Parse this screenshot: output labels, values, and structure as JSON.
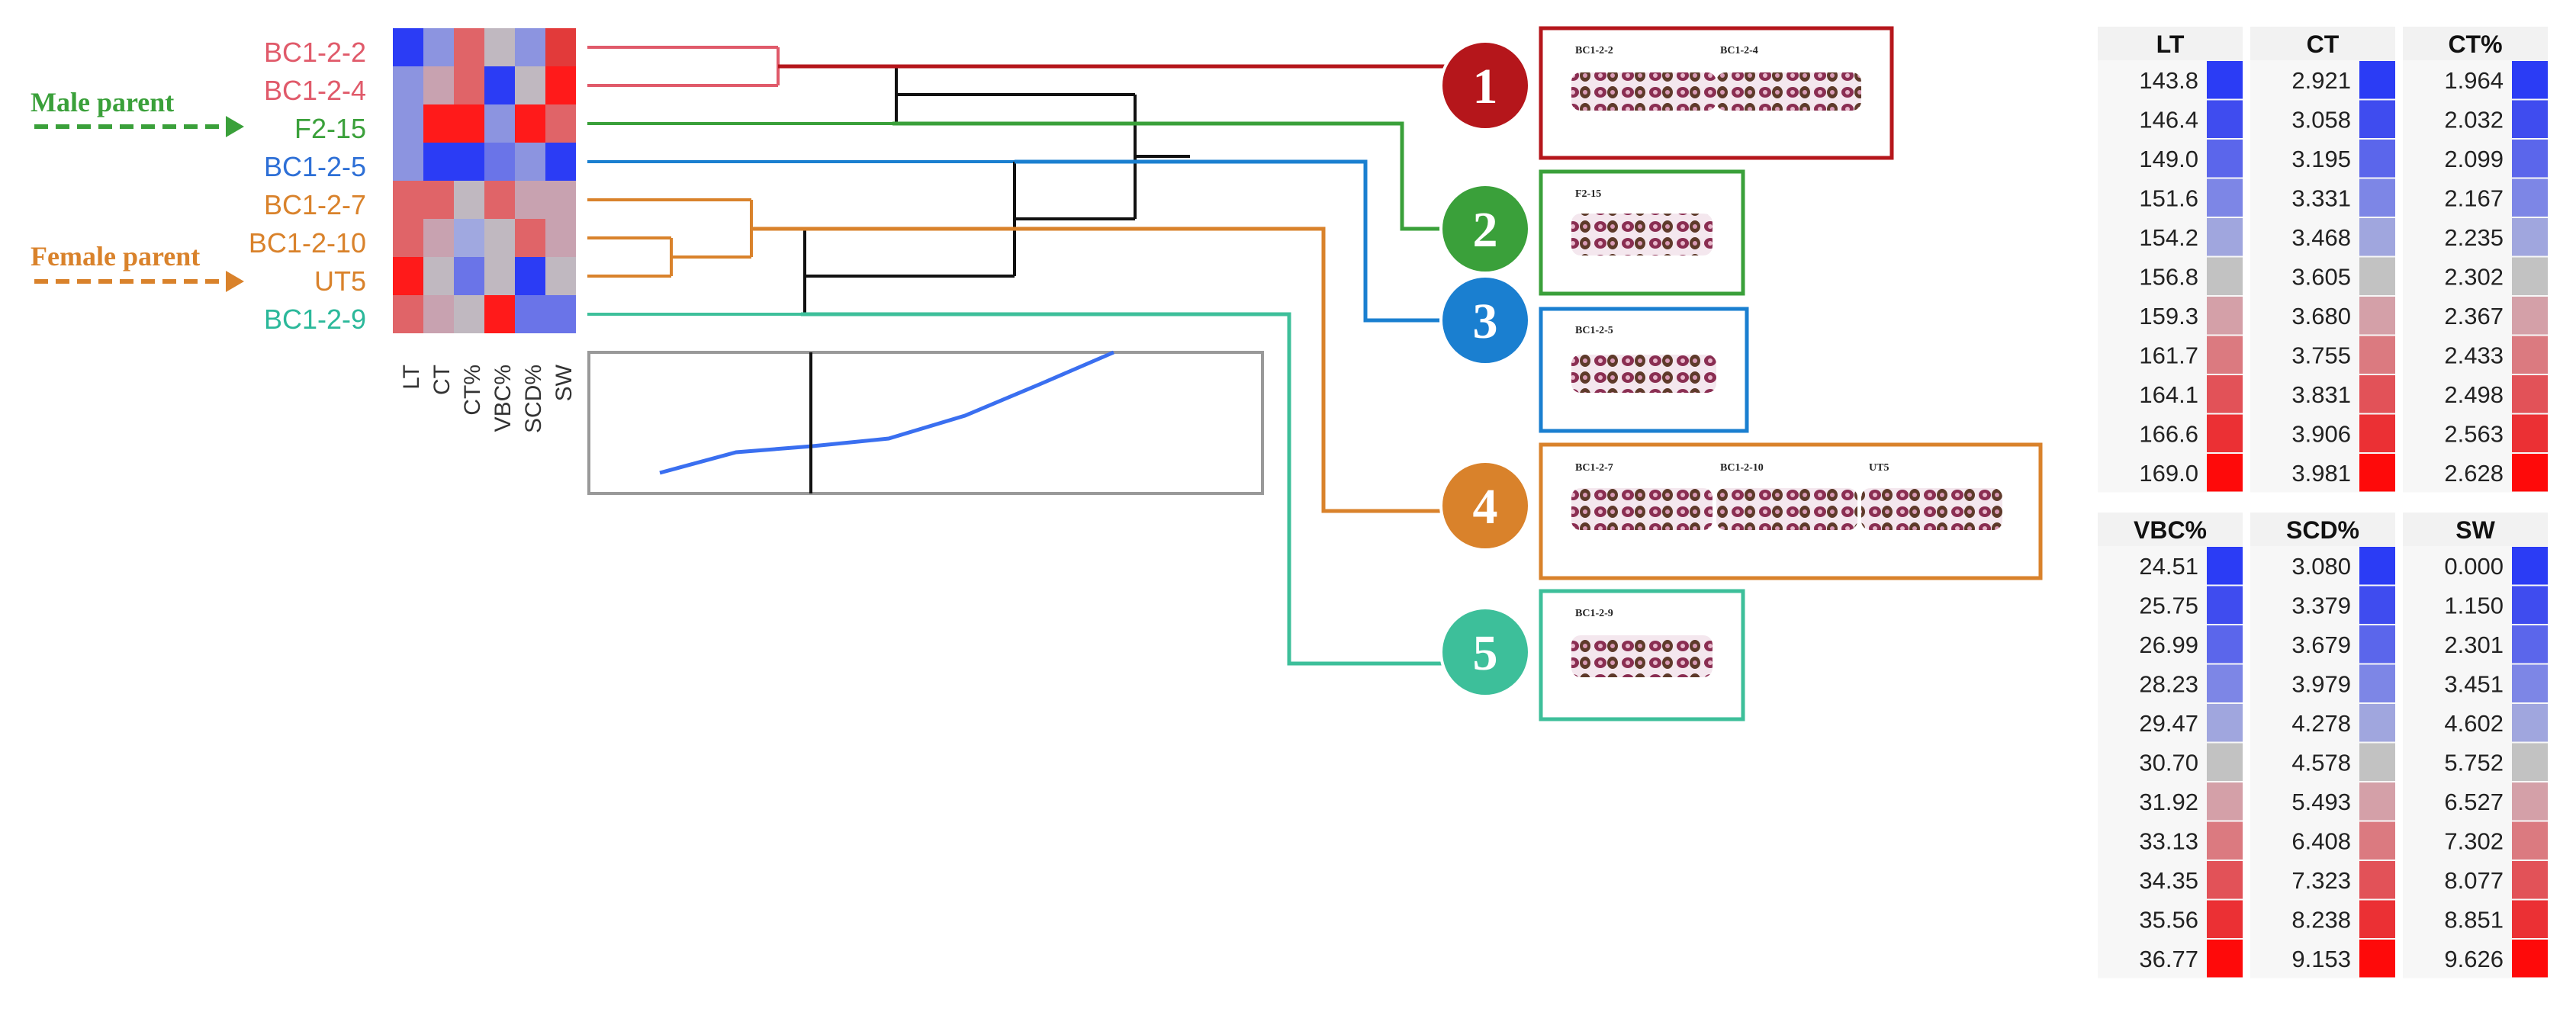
{
  "parents": {
    "male_label": "Male parent",
    "female_label": "Female parent",
    "male_color": "#3aa03a",
    "female_color": "#d9822b"
  },
  "rows": [
    {
      "name": "BC1-2-2",
      "color": "#e05a6a"
    },
    {
      "name": "BC1-2-4",
      "color": "#e05a6a"
    },
    {
      "name": "F2-15",
      "color": "#3aa03a"
    },
    {
      "name": "BC1-2-5",
      "color": "#2d6fd6"
    },
    {
      "name": "BC1-2-7",
      "color": "#d9822b"
    },
    {
      "name": "BC1-2-10",
      "color": "#d9822b"
    },
    {
      "name": "UT5",
      "color": "#d9822b"
    },
    {
      "name": "BC1-2-9",
      "color": "#2bb89a"
    }
  ],
  "traits": [
    "LT",
    "CT",
    "CT%",
    "VBC%",
    "SCD%",
    "SW"
  ],
  "heatmap_colors": [
    [
      "#2b3cf5",
      "#8c94e0",
      "#e06468",
      "#c0b8c0",
      "#8c94e0",
      "#e23a3a"
    ],
    [
      "#8c94e0",
      "#c8a2b0",
      "#e06468",
      "#2b3cf5",
      "#c0b8c0",
      "#ff1a1a"
    ],
    [
      "#8c94e0",
      "#ff1a1a",
      "#ff1a1a",
      "#8c94e0",
      "#ff1a1a",
      "#e06468"
    ],
    [
      "#8c94e0",
      "#2b3cf5",
      "#2b3cf5",
      "#6a74e8",
      "#8c94e0",
      "#2b3cf5"
    ],
    [
      "#e06468",
      "#e06468",
      "#c0b8c0",
      "#e06468",
      "#c8a2b0",
      "#c8a2b0"
    ],
    [
      "#e06468",
      "#c8a2b0",
      "#a0a8e0",
      "#c0b8c0",
      "#e06468",
      "#c8a2b0"
    ],
    [
      "#ff1a1a",
      "#c0b8c0",
      "#6a74e8",
      "#c0b8c0",
      "#2b3cf5",
      "#c0b8c0"
    ],
    [
      "#e06468",
      "#c8a2b0",
      "#c0b8c0",
      "#ff1a1a",
      "#6a74e8",
      "#6a74e8"
    ]
  ],
  "groups": [
    {
      "number": "1",
      "color": "#b5161b",
      "members": [
        "BC1-2-2",
        "BC1-2-4"
      ]
    },
    {
      "number": "2",
      "color": "#3aa03a",
      "members": [
        "F2-15"
      ]
    },
    {
      "number": "3",
      "color": "#1a7fd0",
      "members": [
        "BC1-2-5"
      ]
    },
    {
      "number": "4",
      "color": "#d9822b",
      "members": [
        "BC1-2-7",
        "BC1-2-10",
        "UT5"
      ]
    },
    {
      "number": "5",
      "color": "#3dbf9a",
      "members": [
        "BC1-2-9"
      ]
    }
  ],
  "line_color": "#3a6ff0",
  "legend_colors": [
    "#2b3cf5",
    "#3f4cef",
    "#5b66eb",
    "#7d86e6",
    "#a0a6de",
    "#c2c2c2",
    "#d4a0a8",
    "#db7a80",
    "#e25258",
    "#eb3034",
    "#fe0a0a"
  ],
  "legends": [
    {
      "title": "LT",
      "values": [
        "143.8",
        "146.4",
        "149.0",
        "151.6",
        "154.2",
        "156.8",
        "159.3",
        "161.7",
        "164.1",
        "166.6",
        "169.0"
      ]
    },
    {
      "title": "CT",
      "values": [
        "2.921",
        "3.058",
        "3.195",
        "3.331",
        "3.468",
        "3.605",
        "3.680",
        "3.755",
        "3.831",
        "3.906",
        "3.981"
      ]
    },
    {
      "title": "CT%",
      "values": [
        "1.964",
        "2.032",
        "2.099",
        "2.167",
        "2.235",
        "2.302",
        "2.367",
        "2.433",
        "2.498",
        "2.563",
        "2.628"
      ]
    },
    {
      "title": "VBC%",
      "values": [
        "24.51",
        "25.75",
        "26.99",
        "28.23",
        "29.47",
        "30.70",
        "31.92",
        "33.13",
        "34.35",
        "35.56",
        "36.77"
      ]
    },
    {
      "title": "SCD%",
      "values": [
        "3.080",
        "3.379",
        "3.679",
        "3.979",
        "4.278",
        "4.578",
        "5.493",
        "6.408",
        "7.323",
        "8.238",
        "9.153"
      ]
    },
    {
      "title": "SW",
      "values": [
        "0.000",
        "1.150",
        "2.301",
        "3.451",
        "4.602",
        "5.752",
        "6.527",
        "7.302",
        "8.077",
        "8.851",
        "9.626"
      ]
    }
  ]
}
